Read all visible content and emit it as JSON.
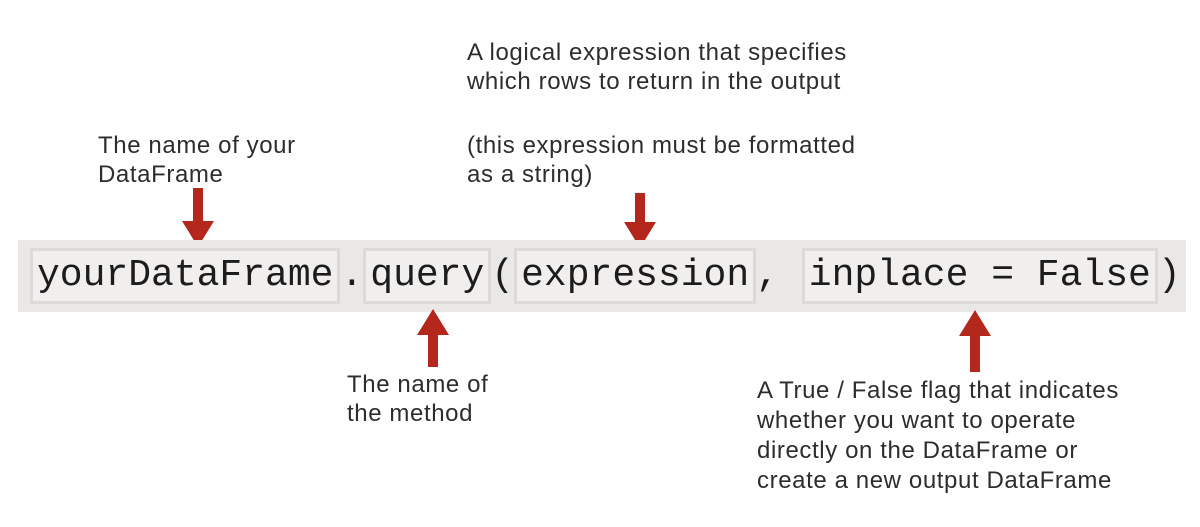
{
  "colors": {
    "page_bg": "#ffffff",
    "bar_bg": "#e9e8e7",
    "box_bg": "#f0efee",
    "box_border": "#dcdad8",
    "arrow_red": "#b3271d",
    "text": "#2e2d2c",
    "code_text": "#1c1c1c"
  },
  "annotations": {
    "expression": {
      "line1": "A logical expression that specifies",
      "line2": "which rows to return in the output",
      "line3": "(this expression must be formatted",
      "line4": "as a string)"
    },
    "dataframe": {
      "line1": "The name of your",
      "line2": "DataFrame"
    },
    "method": {
      "line1": "The name of",
      "line2": "the method"
    },
    "inplace": {
      "line1": "A True / False flag that indicates",
      "line2": "whether you want to operate",
      "line3": "directly on the DataFrame or",
      "line4": "create a new output DataFrame"
    }
  },
  "code": {
    "full": "yourDataFrame.query(expression, inplace = False)",
    "segments": [
      {
        "text": "yourDataFrame",
        "boxed": true
      },
      {
        "text": ".",
        "boxed": false
      },
      {
        "text": "query",
        "boxed": true
      },
      {
        "text": "(",
        "boxed": false
      },
      {
        "text": "expression",
        "boxed": true
      },
      {
        "text": ", ",
        "boxed": false
      },
      {
        "text": "inplace = False",
        "boxed": true
      },
      {
        "text": ")",
        "boxed": false
      }
    ]
  }
}
